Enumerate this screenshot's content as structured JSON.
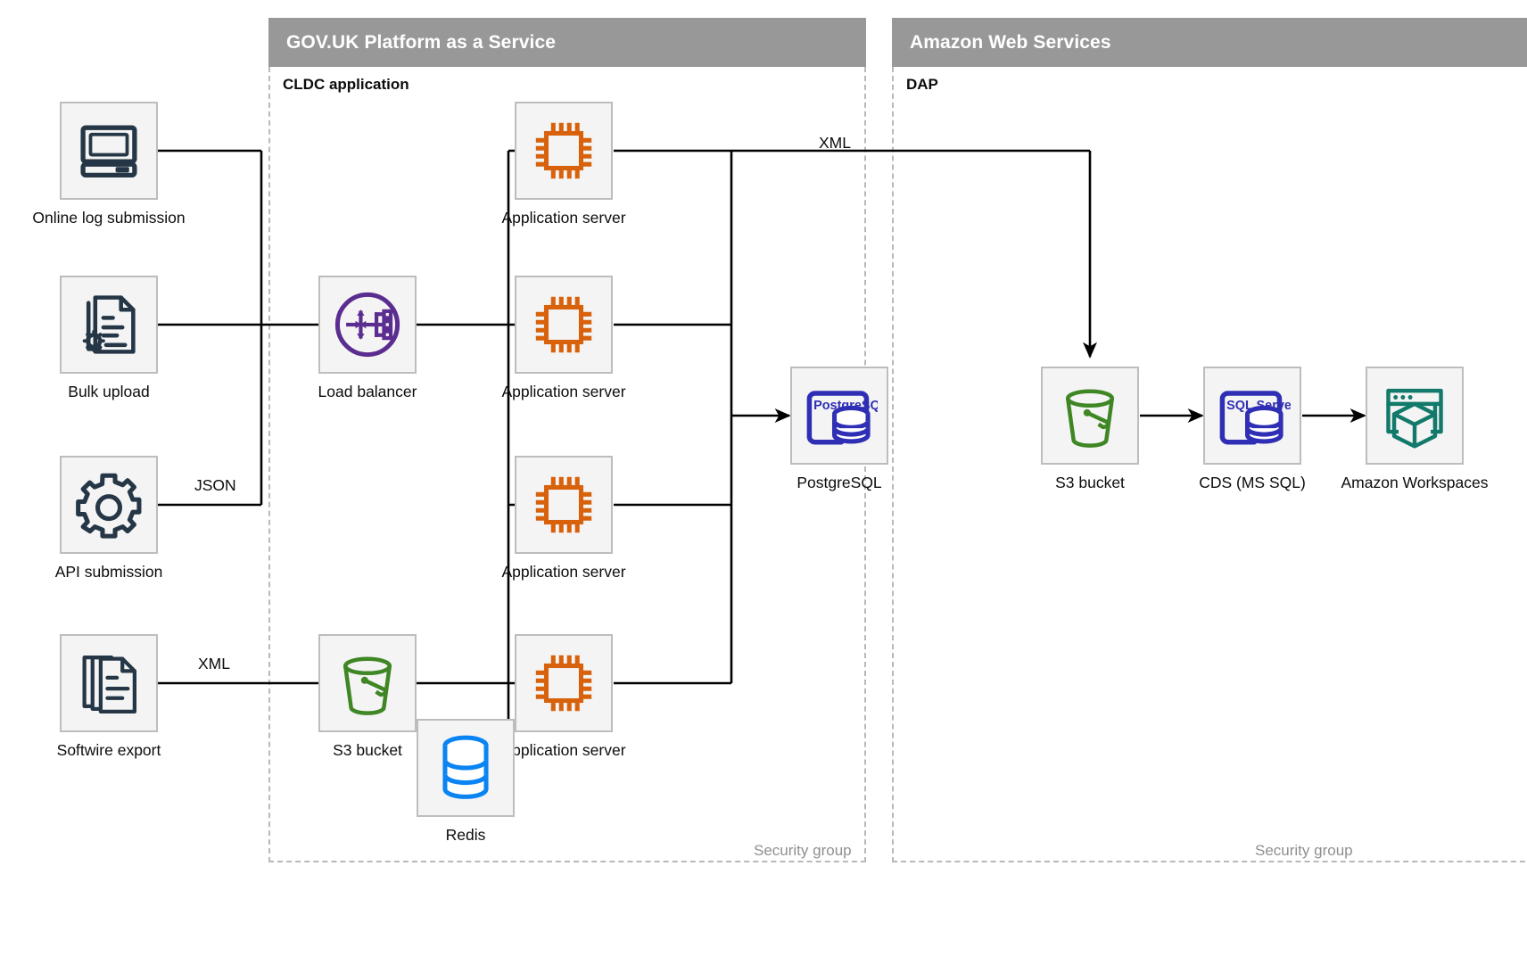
{
  "groups": [
    {
      "id": "paas",
      "title": "GOV.UK Platform as a Service",
      "subtitle": "CLDC application",
      "security_label": "Security group"
    },
    {
      "id": "aws",
      "title": "Amazon Web Services",
      "subtitle": "DAP",
      "security_label": "Security group"
    }
  ],
  "nodes": {
    "online_log": {
      "label": "Online log submission",
      "icon": "desktop-computer-icon",
      "color": "#253746"
    },
    "bulk_upload": {
      "label": "Bulk upload",
      "icon": "document-gear-icon",
      "color": "#253746"
    },
    "api_submission": {
      "label": "API submission",
      "icon": "gear-icon",
      "color": "#253746"
    },
    "softwire": {
      "label": "Softwire export",
      "icon": "document-stack-icon",
      "color": "#253746"
    },
    "load_balancer": {
      "label": "Load balancer",
      "icon": "load-balancer-icon",
      "color": "#5B2D90"
    },
    "app_server_1": {
      "label": "Application server",
      "icon": "cpu-chip-icon",
      "color": "#D8620C"
    },
    "app_server_2": {
      "label": "Application server",
      "icon": "cpu-chip-icon",
      "color": "#D8620C"
    },
    "app_server_3": {
      "label": "Application server",
      "icon": "cpu-chip-icon",
      "color": "#D8620C"
    },
    "app_server_4": {
      "label": "Application server",
      "icon": "cpu-chip-icon",
      "color": "#D8620C"
    },
    "postgresql": {
      "label": "PostgreSQL",
      "icon": "postgresql-icon",
      "color": "#2F2FB5",
      "badge": "PostgreSQL"
    },
    "s3_paas": {
      "label": "S3 bucket",
      "icon": "s3-bucket-icon",
      "color": "#3F8624"
    },
    "redis": {
      "label": "Redis",
      "icon": "database-icon",
      "color": "#0B84F3"
    },
    "s3_aws": {
      "label": "S3 bucket",
      "icon": "s3-bucket-icon",
      "color": "#3F8624"
    },
    "cds": {
      "label": "CDS (MS SQL)",
      "icon": "sql-server-icon",
      "color": "#2F2FB5",
      "badge": "SQL Server"
    },
    "workspaces": {
      "label": "Amazon Workspaces",
      "icon": "workspaces-cube-icon",
      "color": "#12796B"
    }
  },
  "edge_labels": {
    "json": "JSON",
    "xml_softwire": "XML",
    "xml_to_aws": "XML"
  },
  "colors": {
    "header_grey": "#989898",
    "tile_bg": "#f4f4f4",
    "tile_border": "#bdbdbd",
    "dashed_border": "#b9b9b9",
    "wire": "#000000",
    "text": "#0b0c0c",
    "muted_text": "#8f8f8f"
  }
}
